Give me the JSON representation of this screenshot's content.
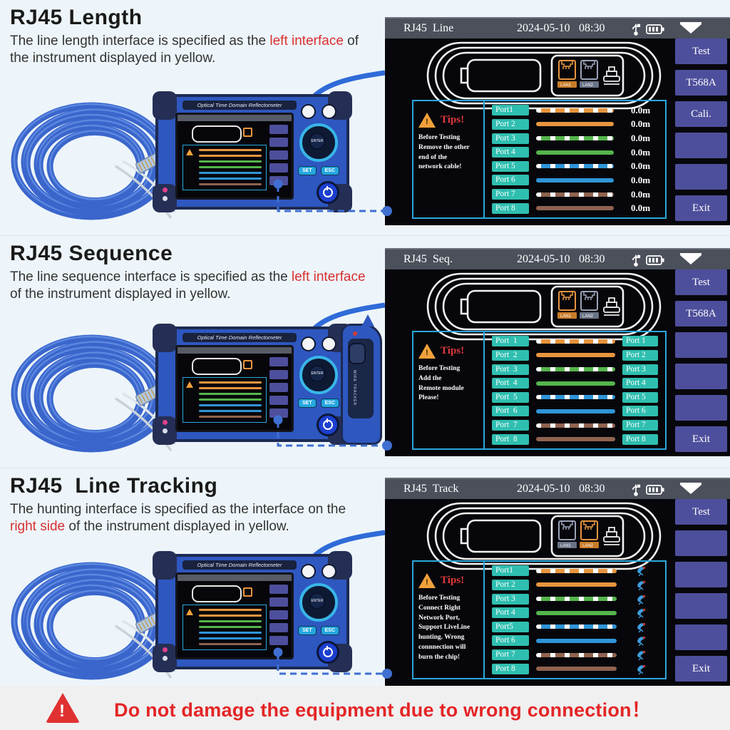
{
  "palette": {
    "accent_button": "#4e4f9c",
    "header_bar": "#4b505b",
    "port_chip_teal": "#2fbfb0",
    "panel_border_cyan": "#2aa7dd",
    "wire_orange": "#e8953f",
    "wire_green": "#55b54c",
    "wire_blue": "#2f95d8",
    "wire_brown": "#8f6350",
    "tips_red": "#e03a3a",
    "warning_red": "#e42526",
    "device_blue": "#2e57c0"
  },
  "device": {
    "brand_label": "Optical Time Domain Reflectometer",
    "enter_label": "ENTER",
    "set_label": "SET",
    "esc_label": "ESC",
    "tracker_label": "WIRE TRACKER"
  },
  "warning": {
    "text": "Do not damage the equipment due to wrong connection！"
  },
  "sections": [
    {
      "heading": "RJ45 Length",
      "desc_pre": "The line length interface is specified as the ",
      "desc_red": "left interface",
      "desc_post": " of the instrument displayed in yellow.",
      "screen": {
        "title": "RJ45  Line",
        "date": "2024-05-10",
        "time": "08:30",
        "buttons": [
          "Test",
          "T568A",
          "Cali.",
          "",
          "",
          "Exit"
        ],
        "tips_title": "Tips!",
        "tips_lines": [
          "Before Testing",
          "Remove the other",
          "end of the",
          "network cable!"
        ],
        "lan_labels": [
          "LAN1",
          "LAN2"
        ],
        "active_lan": 1,
        "right_mode": "value",
        "ports": [
          {
            "label": "Port1",
            "wire": "orange",
            "striped": true,
            "value": "0.0m"
          },
          {
            "label": "Port 2",
            "wire": "orange",
            "striped": false,
            "value": "0.0m"
          },
          {
            "label": "Port 3",
            "wire": "green",
            "striped": true,
            "value": "0.0m"
          },
          {
            "label": "Port 4",
            "wire": "green",
            "striped": false,
            "value": "0.0m"
          },
          {
            "label": "Port 5",
            "wire": "blue",
            "striped": true,
            "value": "0.0m"
          },
          {
            "label": "Port 6",
            "wire": "blue",
            "striped": false,
            "value": "0.0m"
          },
          {
            "label": "Port 7",
            "wire": "brown",
            "striped": true,
            "value": "0.0m"
          },
          {
            "label": "Port 8",
            "wire": "brown",
            "striped": false,
            "value": "0.0m"
          }
        ]
      }
    },
    {
      "heading": "RJ45 Sequence",
      "desc_pre": "The line sequence interface is specified as the ",
      "desc_red": "left interface",
      "desc_post": " of the instrument displayed in yellow.",
      "screen": {
        "title": "RJ45  Seq.",
        "date": "2024-05-10",
        "time": "08:30",
        "buttons": [
          "Test",
          "T568A",
          "",
          "",
          "",
          "Exit"
        ],
        "tips_title": "Tips!",
        "tips_lines": [
          "Before Testing",
          "Add the",
          "Remote module",
          "Please!"
        ],
        "lan_labels": [
          "LAN1",
          "LAN2"
        ],
        "active_lan": 1,
        "right_mode": "chip",
        "ports": [
          {
            "label": "Port  1",
            "wire": "orange",
            "striped": true,
            "right": "Port 1"
          },
          {
            "label": "Port  2",
            "wire": "orange",
            "striped": false,
            "right": "Port 2"
          },
          {
            "label": "Port  3",
            "wire": "green",
            "striped": true,
            "right": "Port 3"
          },
          {
            "label": "Port  4",
            "wire": "green",
            "striped": false,
            "right": "Port 4"
          },
          {
            "label": "Port  5",
            "wire": "blue",
            "striped": true,
            "right": "Port 5"
          },
          {
            "label": "Port  6",
            "wire": "blue",
            "striped": false,
            "right": "Port 6"
          },
          {
            "label": "Port  7",
            "wire": "brown",
            "striped": true,
            "right": "Port 7"
          },
          {
            "label": "Port  8",
            "wire": "brown",
            "striped": false,
            "right": "Port 8"
          }
        ]
      }
    },
    {
      "heading": "RJ45  Line Tracking",
      "desc_pre": "The hunting interface is specified as the interface on the ",
      "desc_red": "right side",
      "desc_post": " of the instrument displayed in yellow.",
      "screen": {
        "title": "RJ45  Track",
        "date": "2024-05-10",
        "time": "08:30",
        "buttons": [
          "Test",
          "",
          "",
          "",
          "",
          "Exit"
        ],
        "tips_title": "Tips!",
        "tips_lines": [
          "Before Testing",
          "Connect Right",
          "Network Port,",
          "Support LiveLine",
          "hunting. Wrong",
          "connnection will",
          "burn the chip!"
        ],
        "lan_labels": [
          "LAN1",
          "LAN2"
        ],
        "active_lan": 2,
        "right_mode": "tracker",
        "ports": [
          {
            "label": "Port1",
            "wire": "orange",
            "striped": true
          },
          {
            "label": "Port 2",
            "wire": "orange",
            "striped": false
          },
          {
            "label": "Port 3",
            "wire": "green",
            "striped": true
          },
          {
            "label": "Port 4",
            "wire": "green",
            "striped": false
          },
          {
            "label": "Port5",
            "wire": "blue",
            "striped": true
          },
          {
            "label": "Port 6",
            "wire": "blue",
            "striped": false
          },
          {
            "label": "Port 7",
            "wire": "brown",
            "striped": true
          },
          {
            "label": "Port 8",
            "wire": "brown",
            "striped": false
          }
        ]
      }
    }
  ]
}
